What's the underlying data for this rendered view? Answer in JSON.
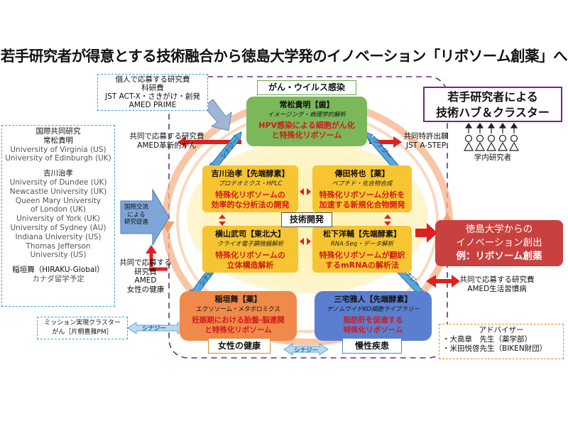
{
  "title": "若手研究者が得意とする技術融合から徳島大学発のイノベーション「リボソーム創薬」へ",
  "top_left_box": {
    "line1": "個人で応募する研究費",
    "line2": "科研費",
    "line3": "JST ACT-X・さきがけ・創発",
    "line4": "AMED PRIME"
  },
  "intl_box": {
    "heading": "国際共同研究",
    "p1_name": "常松貴明",
    "p1_lines": [
      "University of Virginia (US)",
      "University of Edinburgh (UK)"
    ],
    "p2_name": "吉川治孝",
    "p2_lines": [
      "University of Dundee (UK)",
      "Newcastle University (UK)",
      "Queen Mary University",
      "of London (UK)",
      "University of York (UK)",
      "University of Sydney (AU)",
      "Indiana University (US)",
      "Thomas Jefferson",
      "University (US)"
    ],
    "p3_name": "稲垣舞（HIRAKU-Global）",
    "p3_line": "カナダ留学予定"
  },
  "intl_arrow": [
    "国際交流",
    "による",
    "研究促進"
  ],
  "joint_left_top": [
    "共同で応募する研究費",
    "AMED革新的がん"
  ],
  "joint_left_bottom": [
    "共同で応募する",
    "研究費",
    "AMED",
    "女性の健康"
  ],
  "mission_box": [
    "ミッション実現クラスター",
    "がん［片桐豊雅PM］"
  ],
  "synergy": "シナジー",
  "cancer": {
    "label": "がん・ウイルス感染",
    "name": "常松貴明【歯】",
    "sub": "イメージング・病理学的解析",
    "body1": "HPV感染による細胞がん化",
    "body2": "と特殊化リボソーム"
  },
  "yellow_boxes": [
    {
      "name": "吉川治孝【先端酵素】",
      "sub": "プロテオミクス・HPLC",
      "body1": "特殊化リボソームの",
      "body2": "効率的な分析法の開発"
    },
    {
      "name": "傳田将也【薬】",
      "sub": "ペプチド・化合物合成",
      "body1": "特殊化リボソーム分析を",
      "body2": "加速する新規化合物開発"
    },
    {
      "name": "横山武司【東北大】",
      "sub": "クライオ電子顕微鏡解析",
      "body1": "特殊化リボソームの",
      "body2": "立体構造解析"
    },
    {
      "name": "松下洋輔【先端酵素】",
      "sub": "RNA-Seq・データ解析",
      "body1": "特殊化リボソームが翻訳",
      "body2": "するmRNAの解析法"
    }
  ],
  "tech_label": "技術開発",
  "women": {
    "name": "稲垣舞【薬】",
    "sub": "エクソソーム・メタボロミクス",
    "body1": "妊娠期における胎盤-脳連関",
    "body2": "と特殊化リボソーム",
    "label": "女性の健康"
  },
  "chronic": {
    "name": "三宅雅人【先端酵素】",
    "sub": "ゲノムワイドKO細胞ライブラリー",
    "body1": "脂肪肝を促進する",
    "body2": "特殊化リボソーム",
    "label": "慢性疾患"
  },
  "hub": {
    "line1": "若手研究者による",
    "line2": "技術ハブ＆クラスター",
    "researchers": "学内研究者"
  },
  "patent": [
    "共同特許出願",
    "JST A-STEP"
  ],
  "innovation": {
    "line1": "徳島大学からの",
    "line2": "イノベーション創出",
    "line3": "例：リボソーム創薬"
  },
  "joint_right": [
    "共同で応募する研究費",
    "AMED生活習慣病"
  ],
  "advisor": {
    "heading": "アドバイザー",
    "line1": "・大高章　先生（薬学部）",
    "line2": "・米田悦啓先生（BIKEN財団）"
  },
  "colors": {
    "accent_red": "#d11a1a",
    "green": "#6aae48",
    "yellow": "#f7c531",
    "orange": "#ef8a4a",
    "blue": "#5b7fd0",
    "purple_dash": "#6a2a8c",
    "innovation_red": "#c8413f"
  }
}
